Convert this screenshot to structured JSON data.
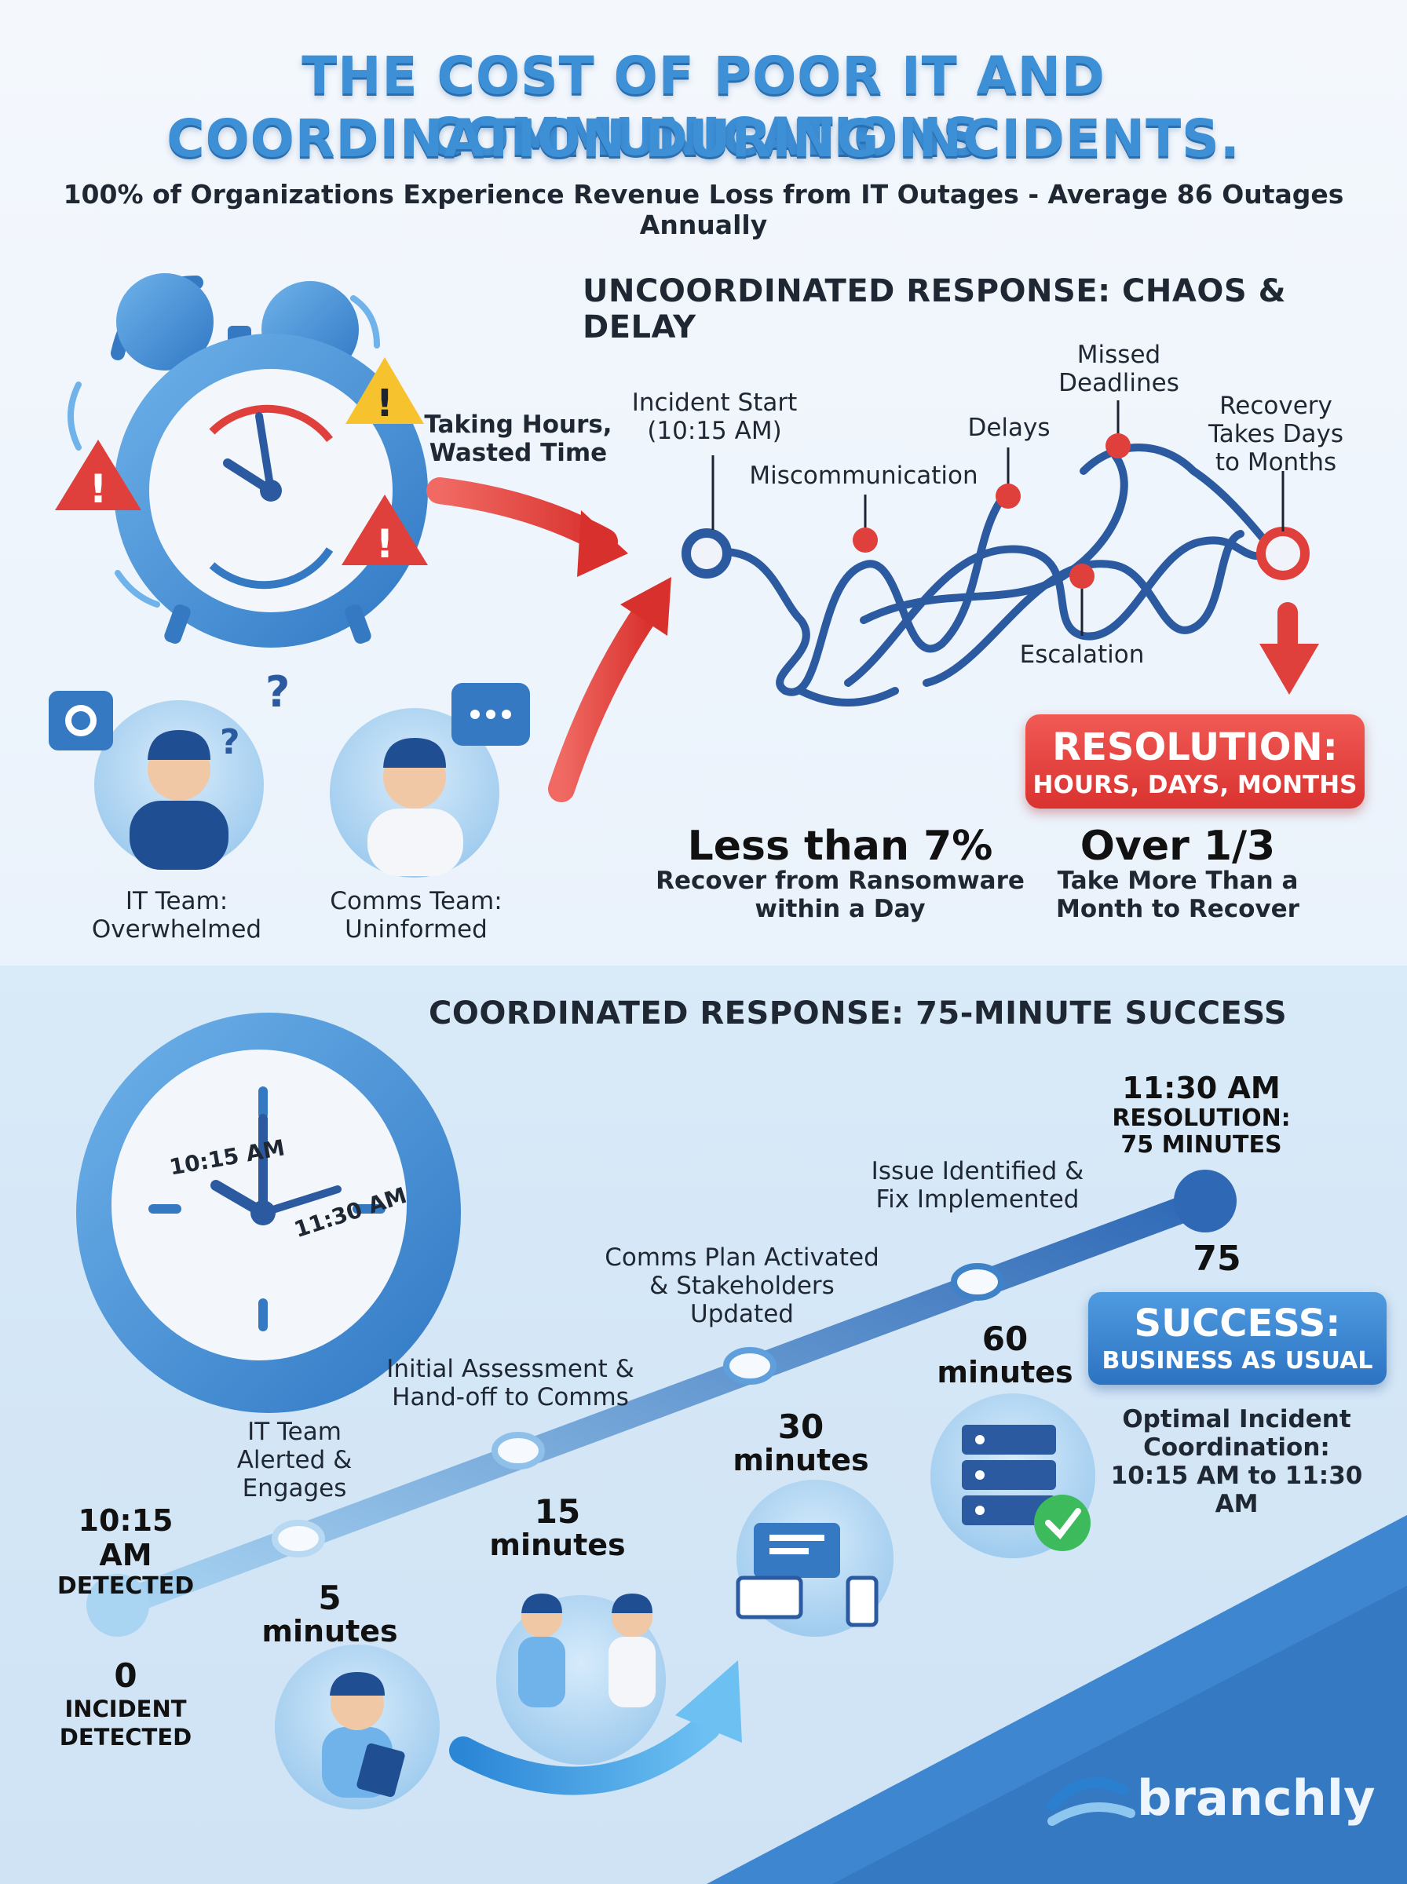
{
  "header": {
    "title_line1": "THE COST OF POOR IT AND COMMUNICATIONS",
    "title_line2": "COORDINATION DURING INCIDENTS.",
    "subtitle": "100% of Organizations Experience Revenue Loss from IT Outages - Average 86 Outages Annually"
  },
  "uncoordinated": {
    "heading": "UNCOORDINATED RESPONSE: CHAOS & DELAY",
    "arrow_caption": [
      "Taking Hours,",
      "Wasted Time"
    ],
    "path_labels": {
      "incident_start": [
        "Incident Start",
        "(10:15 AM)"
      ],
      "miscommunication": "Miscommunication",
      "delays": "Delays",
      "missed_deadlines": [
        "Missed",
        "Deadlines"
      ],
      "recovery": [
        "Recovery",
        "Takes Days",
        "to Months"
      ],
      "escalation": "Escalation"
    },
    "resolution_box": {
      "line1": "RESOLUTION:",
      "line2": "HOURS, DAYS, MONTHS"
    },
    "teams": {
      "it": [
        "IT Team:",
        "Overwhelmed"
      ],
      "comms": [
        "Comms Team:",
        "Uninformed"
      ]
    },
    "stats": [
      {
        "value": "Less than 7%",
        "caption": [
          "Recover from Ransomware",
          "within a Day"
        ]
      },
      {
        "value": "Over 1/3",
        "caption": [
          "Take More Than a",
          "Month to Recover"
        ]
      }
    ],
    "icons": [
      "alarm-clock-icon",
      "warning-icon",
      "gear-icon",
      "question-icon",
      "chat-bubble-icon",
      "red-arrow-icon"
    ]
  },
  "coordinated": {
    "heading": "COORDINATED RESPONSE: 75-MINUTE SUCCESS",
    "clock_labels": {
      "start": "10:15 AM",
      "end": "11:30 AM"
    },
    "start": {
      "time": "10:15 AM",
      "label": "DETECTED",
      "value": "0",
      "value_label": [
        "INCIDENT",
        "DETECTED"
      ]
    },
    "milestones": [
      {
        "label": [
          "IT Team",
          "Alerted &",
          "Engages"
        ],
        "num": "5",
        "unit": "minutes"
      },
      {
        "label": [
          "Initial Assessment &",
          "Hand-off to Comms"
        ],
        "num": "15",
        "unit": "minutes"
      },
      {
        "label": [
          "Comms Plan Activated",
          "& Stakeholders",
          "Updated"
        ],
        "num": "30",
        "unit": "minutes"
      },
      {
        "label": [
          "Issue Identified &",
          "Fix Implemented"
        ],
        "num": "60",
        "unit": "minutes"
      }
    ],
    "end": {
      "time": "11:30 AM",
      "label": [
        "RESOLUTION:",
        "75 MINUTES"
      ],
      "value": "75"
    },
    "success_box": {
      "line1": "SUCCESS:",
      "line2": "BUSINESS AS USUAL"
    },
    "optimal": [
      "Optimal Incident",
      "Coordination:",
      "10:15 AM to 11:30 AM"
    ],
    "icons": [
      "wall-clock-icon",
      "person-tablet-icon",
      "handshake-icon",
      "devices-icon",
      "server-check-icon"
    ]
  },
  "brand": {
    "name": "branchly"
  },
  "colors": {
    "primary_blue": "#3d8fd6",
    "dark_blue": "#2c5aa0",
    "alert_red": "#e0403c",
    "light_blue": "#bcdcf4"
  }
}
